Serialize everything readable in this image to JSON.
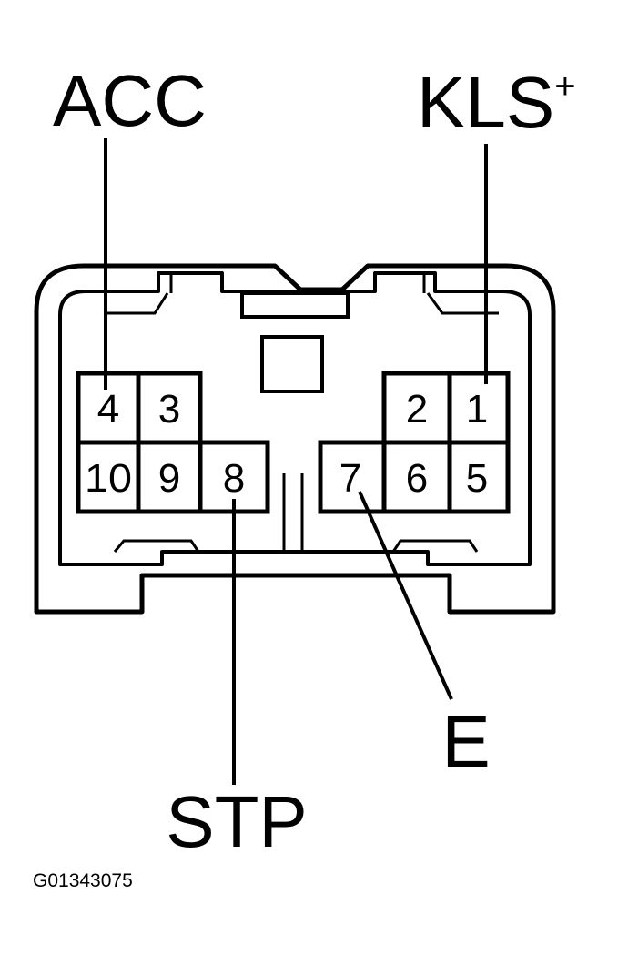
{
  "labels": {
    "acc": "ACC",
    "kls": "KLS",
    "kls_sup": "+",
    "stp": "STP",
    "e": "E"
  },
  "pins": {
    "p1": "1",
    "p2": "2",
    "p3": "3",
    "p4": "4",
    "p5": "5",
    "p6": "6",
    "p7": "7",
    "p8": "8",
    "p9": "9",
    "p10": "10"
  },
  "figure_id": "G01343075"
}
